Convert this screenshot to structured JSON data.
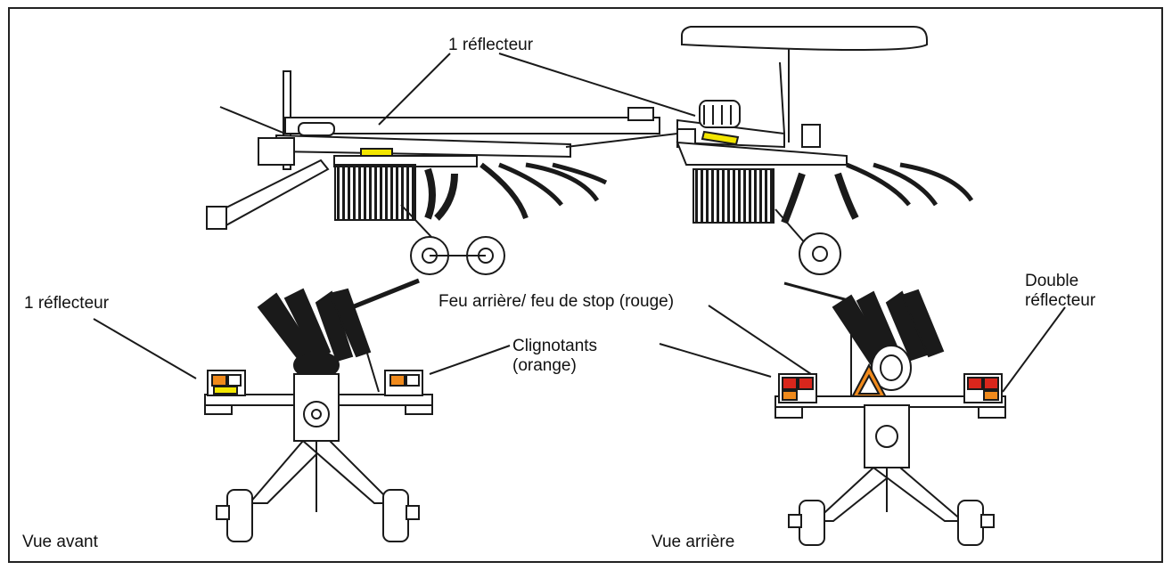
{
  "labels": {
    "reflector_top": "1 réflecteur",
    "reflector_left": "1 réflecteur",
    "indicators_line1": "Clignotants",
    "indicators_line2": "(orange)",
    "tail_stop_light": "Feu arrière/ feu de stop (rouge)",
    "double_reflector_line1": "Double",
    "double_reflector_line2": "réflecteur",
    "front_view": "Vue avant",
    "rear_view": "Vue arrière"
  },
  "colors": {
    "reflector_yellow": "#f3e600",
    "indicator_orange": "#f08a1c",
    "tail_red": "#d9261c",
    "outline": "#1a1a1a"
  }
}
